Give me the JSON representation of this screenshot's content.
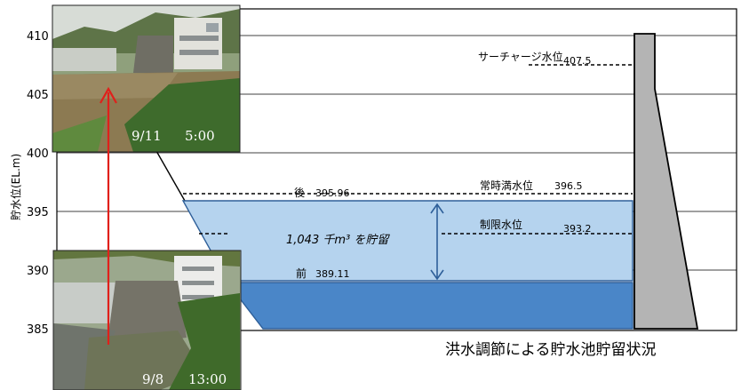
{
  "caption": "洪水調節による貯水池貯留状況",
  "y_axis": {
    "label": "貯水位(EL.m)",
    "ticks": [
      "410",
      "405",
      "400",
      "395",
      "390",
      "385"
    ]
  },
  "levels": {
    "surcharge_label": "サーチャージ水位",
    "surcharge_value": "407.5",
    "normal_full_label": "常時満水位",
    "normal_full_value": "396.5",
    "restricted_label": "制限水位",
    "restricted_value": "393.2",
    "after_label": "後",
    "after_value": "395.96",
    "before_label": "前",
    "before_value": "389.11"
  },
  "storage_text": "1,043 千m³ を貯留",
  "photos": {
    "top_date": "9/11",
    "top_time": "5:00",
    "bottom_date": "9/8",
    "bottom_time": "13:00"
  },
  "colors": {
    "stored_water": "#b5d3ee",
    "base_water": "#4a86c8",
    "water_edge": "#2e5f99",
    "dam": "#b4b4b4",
    "arrow_red": "#e0201b"
  }
}
